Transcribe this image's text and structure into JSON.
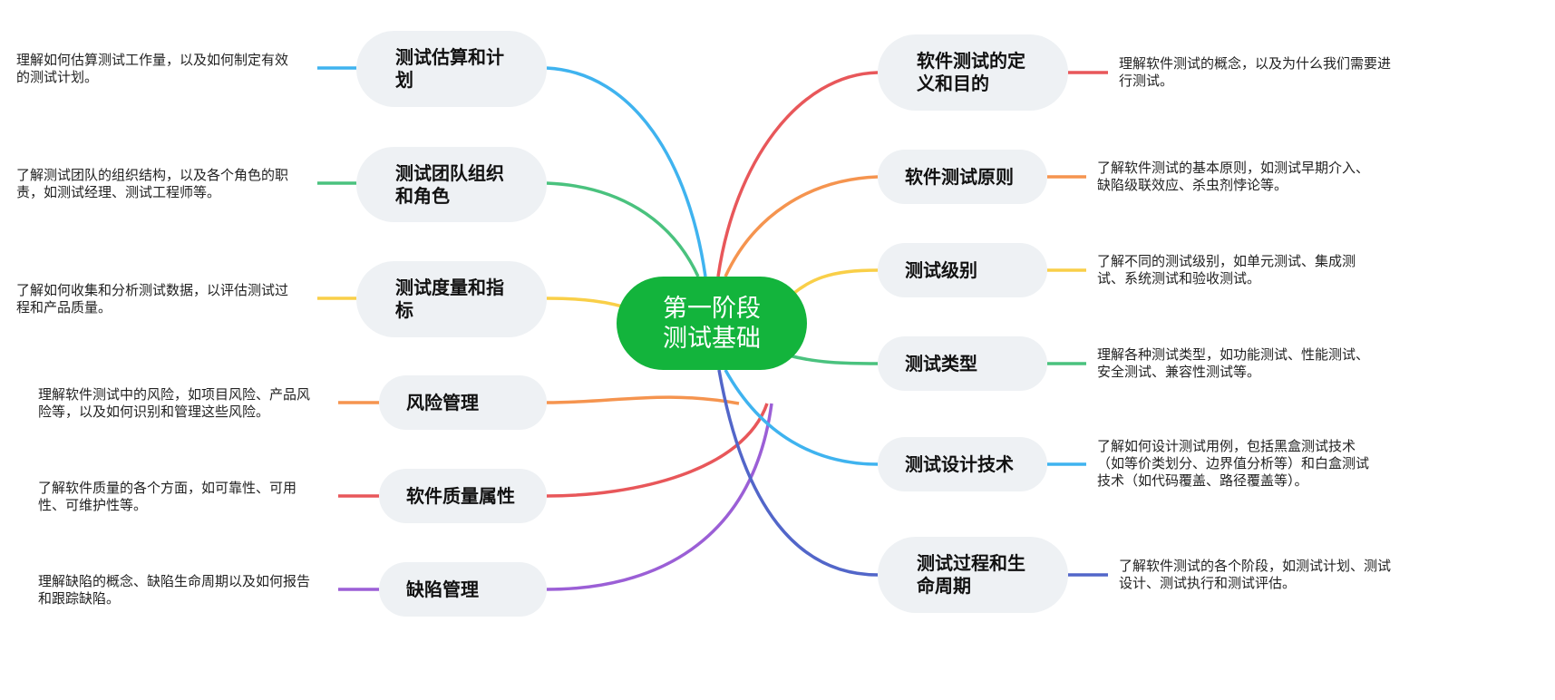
{
  "colors": {
    "center_fill": "#13b43c",
    "center_text": "#ffffff",
    "topic_fill": "#eef1f4",
    "topic_text": "#111111",
    "desc_text": "#222222",
    "branch_blue": "#3fb3ef",
    "branch_green": "#4ac27e",
    "branch_yellow": "#f9cf48",
    "branch_orange": "#f5944f",
    "branch_red": "#e8575a",
    "branch_purple": "#9b5fd6",
    "branch_indigo": "#5266c9"
  },
  "center": {
    "line1": "第一阶段",
    "line2": "测试基础"
  },
  "left_topics": [
    {
      "title": "测试估算和计划",
      "line1": "测试估算和计",
      "line2": "划",
      "color": "#3fb3ef",
      "desc_line1": "理解如何估算测试工作量，以及如何制定有效",
      "desc_line2": "的测试计划。"
    },
    {
      "title": "测试团队组织和角色",
      "line1": "测试团队组织",
      "line2": "和角色",
      "color": "#4ac27e",
      "desc_line1": "了解测试团队的组织结构，以及各个角色的职",
      "desc_line2": "责，如测试经理、测试工程师等。"
    },
    {
      "title": "测试度量和指标",
      "line1": "测试度量和指",
      "line2": "标",
      "color": "#f9cf48",
      "desc_line1": "了解如何收集和分析测试数据，以评估测试过",
      "desc_line2": "程和产品质量。"
    },
    {
      "title": "风险管理",
      "line1": "风险管理",
      "line2": "",
      "color": "#f5944f",
      "desc_line1": "理解软件测试中的风险，如项目风险、产品风",
      "desc_line2": "险等，以及如何识别和管理这些风险。"
    },
    {
      "title": "软件质量属性",
      "line1": "软件质量属性",
      "line2": "",
      "color": "#e8575a",
      "desc_line1": "了解软件质量的各个方面，如可靠性、可用",
      "desc_line2": "性、可维护性等。"
    },
    {
      "title": "缺陷管理",
      "line1": "缺陷管理",
      "line2": "",
      "color": "#9b5fd6",
      "desc_line1": "理解缺陷的概念、缺陷生命周期以及如何报告",
      "desc_line2": "和跟踪缺陷。"
    }
  ],
  "right_topics": [
    {
      "title": "软件测试的定义和目的",
      "line1": "软件测试的定",
      "line2": "义和目的",
      "color": "#e8575a",
      "desc_line1": "理解软件测试的概念，以及为什么我们需要进",
      "desc_line2": "行测试。",
      "desc_line3": ""
    },
    {
      "title": "软件测试原则",
      "line1": "软件测试原则",
      "line2": "",
      "color": "#f5944f",
      "desc_line1": "了解软件测试的基本原则，如测试早期介入、",
      "desc_line2": "缺陷级联效应、杀虫剂悖论等。",
      "desc_line3": ""
    },
    {
      "title": "测试级别",
      "line1": "测试级别",
      "line2": "",
      "color": "#f9cf48",
      "desc_line1": "了解不同的测试级别，如单元测试、集成测",
      "desc_line2": "试、系统测试和验收测试。",
      "desc_line3": ""
    },
    {
      "title": "测试类型",
      "line1": "测试类型",
      "line2": "",
      "color": "#4ac27e",
      "desc_line1": "理解各种测试类型，如功能测试、性能测试、",
      "desc_line2": "安全测试、兼容性测试等。",
      "desc_line3": ""
    },
    {
      "title": "测试设计技术",
      "line1": "测试设计技术",
      "line2": "",
      "color": "#3fb3ef",
      "desc_line1": "了解如何设计测试用例，包括黑盒测试技术",
      "desc_line2": "（如等价类划分、边界值分析等）和白盒测试",
      "desc_line3": "技术（如代码覆盖、路径覆盖等）。"
    },
    {
      "title": "测试过程和生命周期",
      "line1": "测试过程和生",
      "line2": "命周期",
      "color": "#5266c9",
      "desc_line1": "了解软件测试的各个阶段，如测试计划、测试",
      "desc_line2": "设计、测试执行和测试评估。",
      "desc_line3": ""
    }
  ]
}
